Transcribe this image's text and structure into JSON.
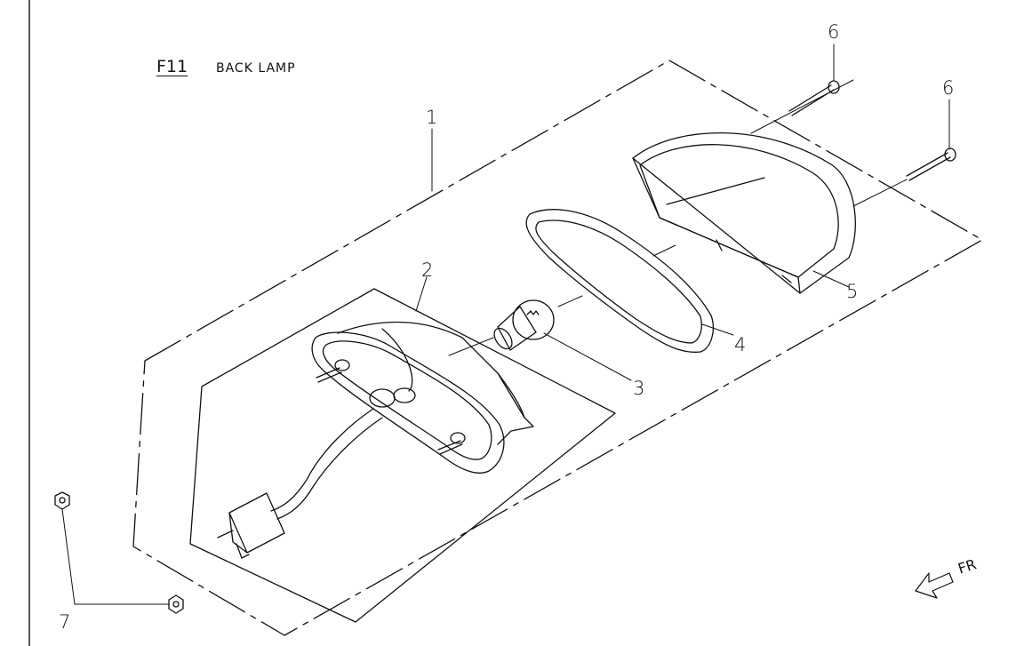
{
  "figure": {
    "code": "F11",
    "title": "BACK LAMP"
  },
  "parts": [
    {
      "ref": "1",
      "name": "tail-lamp-assembly"
    },
    {
      "ref": "2",
      "name": "lamp-housing"
    },
    {
      "ref": "3",
      "name": "bulb"
    },
    {
      "ref": "4",
      "name": "gasket"
    },
    {
      "ref": "5",
      "name": "lens"
    },
    {
      "ref": "6",
      "name": "screw"
    },
    {
      "ref": "7",
      "name": "nut"
    }
  ],
  "direction": {
    "label": "FR",
    "icon": "front-arrow-icon"
  },
  "colors": {
    "line": "#111111",
    "background": "#ffffff"
  }
}
